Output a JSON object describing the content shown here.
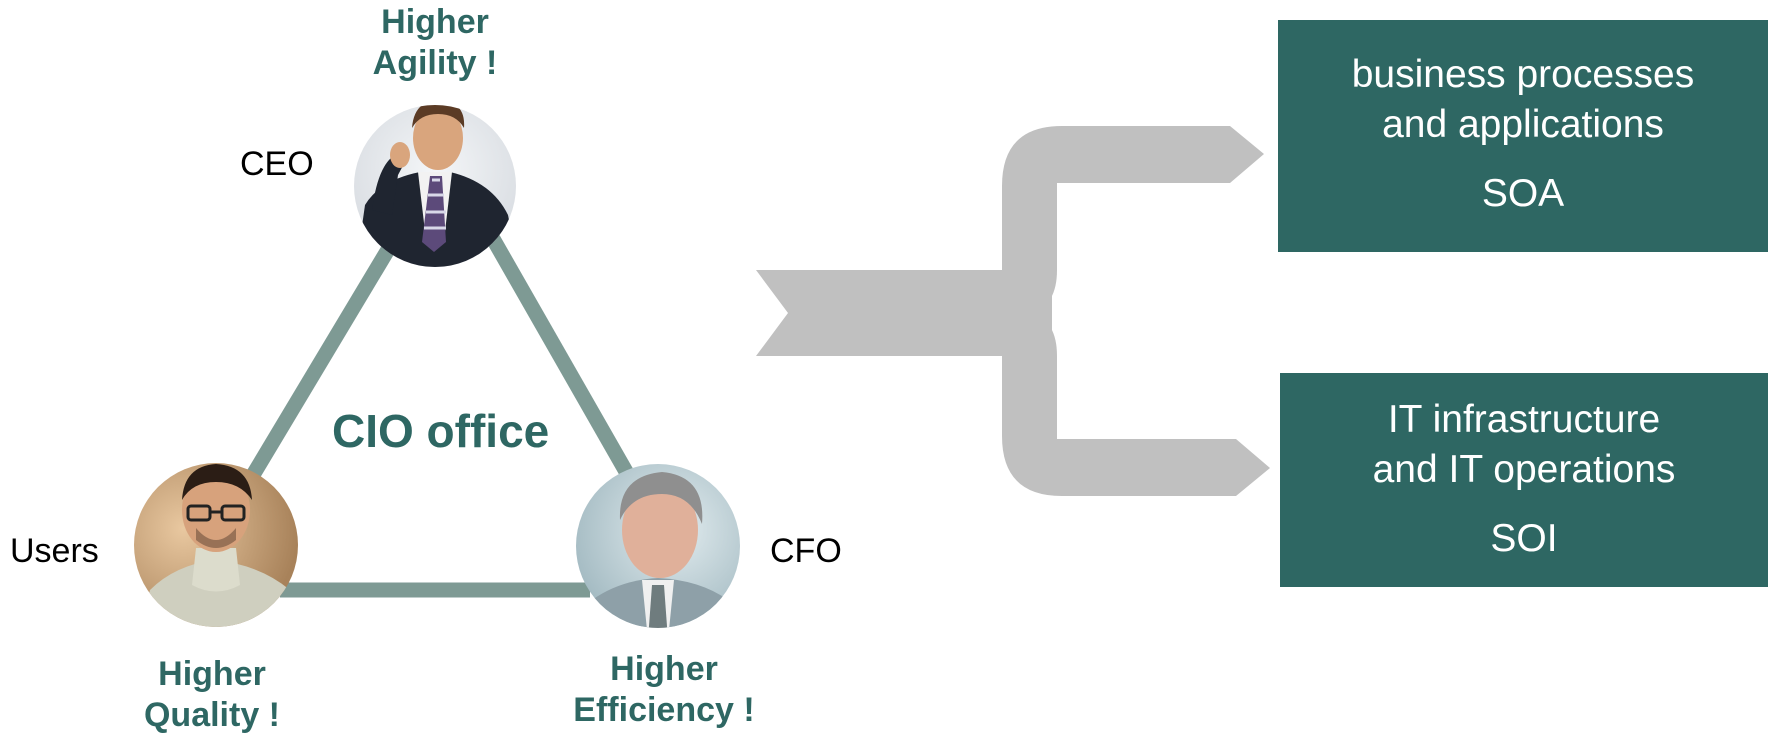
{
  "triangle": {
    "center_label": "CIO office",
    "ceo": {
      "role": "CEO",
      "goal_line1": "Higher",
      "goal_line2": "Agility !",
      "photo": "person-photo-ceo"
    },
    "users": {
      "role": "Users",
      "goal_line1": "Higher",
      "goal_line2": "Quality !",
      "photo": "person-photo-user"
    },
    "cfo": {
      "role": "CFO",
      "goal_line1": "Higher",
      "goal_line2": "Efficiency !",
      "photo": "person-photo-cfo"
    }
  },
  "boxes": {
    "top": {
      "line1": "business processes",
      "line2": "and applications",
      "abbr": "SOA"
    },
    "bottom": {
      "line1": "IT infrastructure",
      "line2": "and IT operations",
      "abbr": "SOI"
    }
  },
  "colors": {
    "accent": "#2e6763",
    "triangle_edge": "#7e9a94",
    "arrow": "#c0c0c0"
  }
}
